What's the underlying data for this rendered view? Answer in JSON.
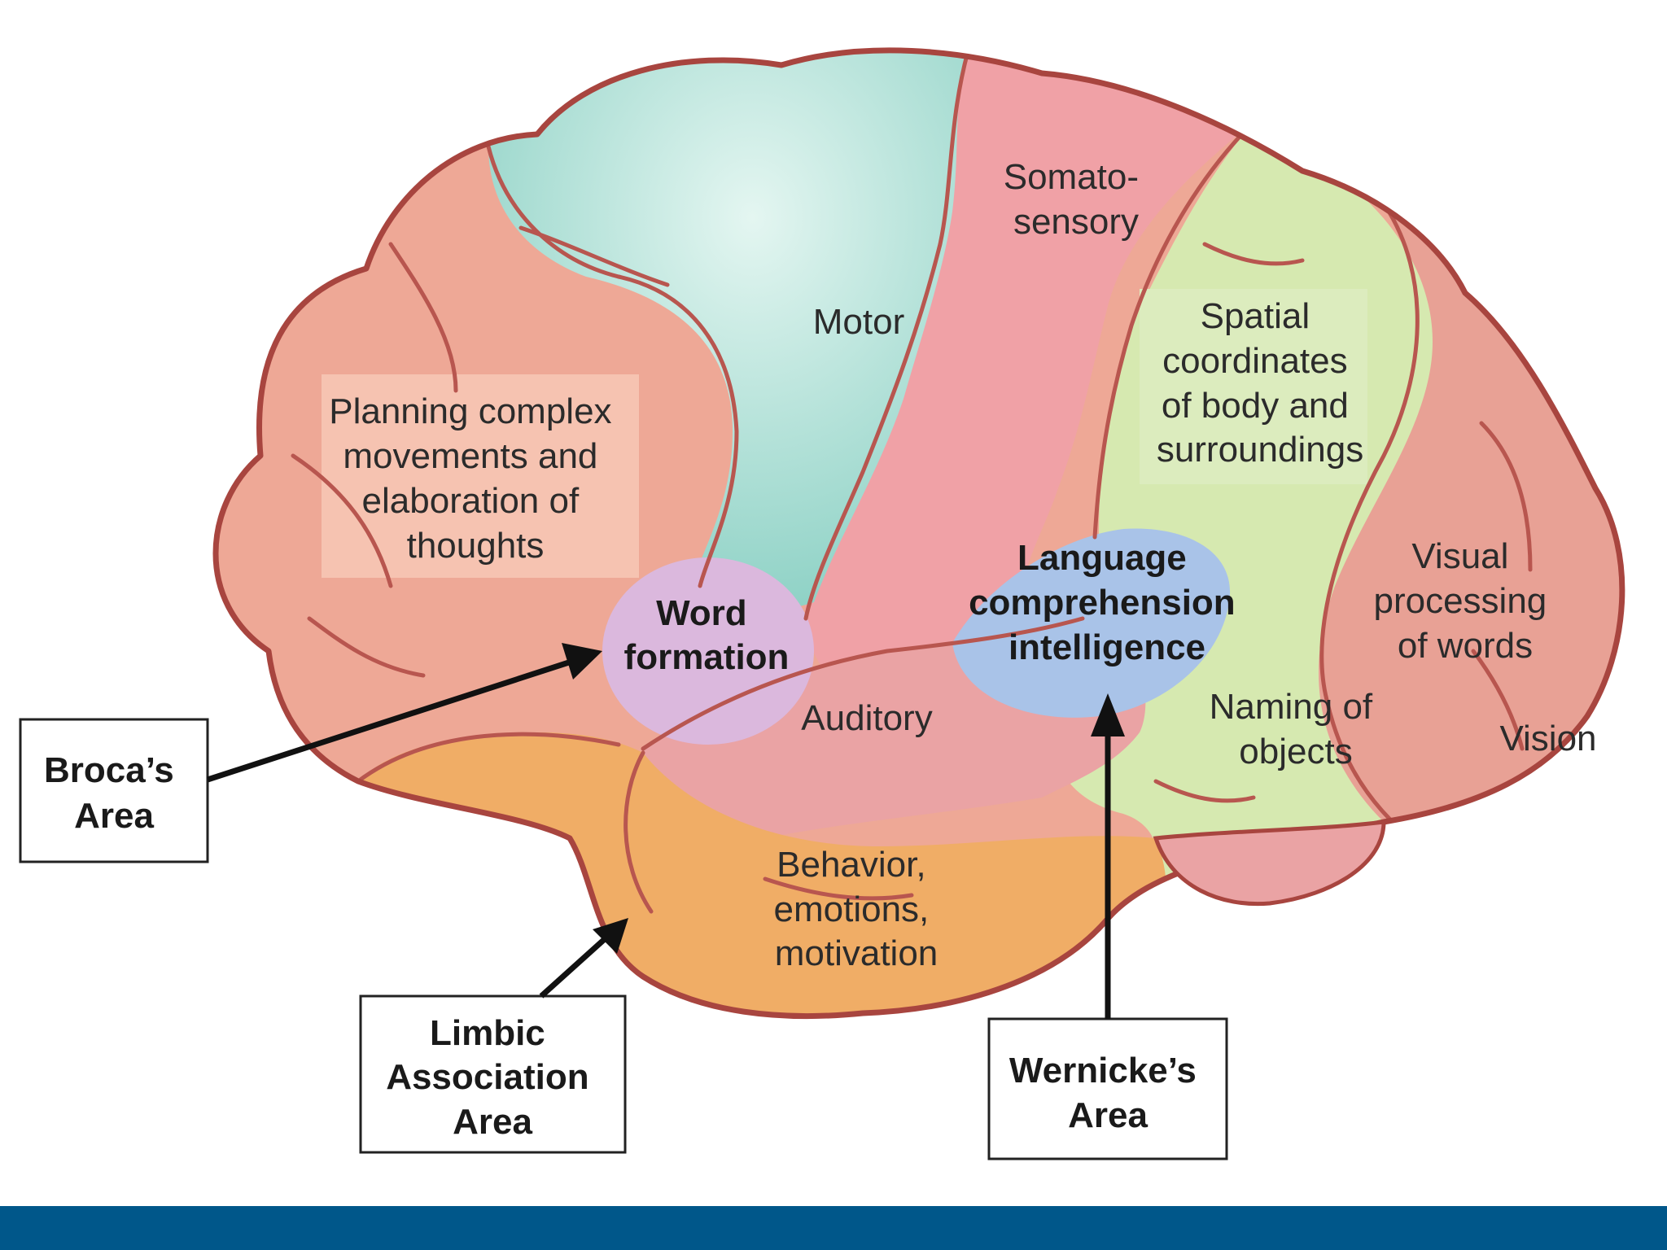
{
  "regions": {
    "motor": [
      "Motor"
    ],
    "somatosensory": [
      "Somato-",
      "sensory"
    ],
    "spatial": [
      "Spatial",
      "coordinates",
      "of body and",
      "surroundings"
    ],
    "planning": [
      "Planning complex",
      "movements and",
      "elaboration of",
      "thoughts"
    ],
    "word_formation": [
      "Word",
      "formation"
    ],
    "language": [
      "Language",
      "comprehension",
      "intelligence"
    ],
    "visual_words": [
      "Visual",
      "processing",
      "of words"
    ],
    "auditory": [
      "Auditory"
    ],
    "naming": [
      "Naming of",
      "objects"
    ],
    "vision": [
      "Vision"
    ],
    "behavior": [
      "Behavior,",
      "emotions,",
      "motivation"
    ]
  },
  "callouts": {
    "broca": [
      "Broca’s",
      "Area"
    ],
    "limbic": [
      "Limbic",
      "Association",
      "Area"
    ],
    "wernicke": [
      "Wernicke’s",
      "Area"
    ]
  },
  "colors": {
    "frontal": "#eea896",
    "prefrontal_panel": "#f6c3b1",
    "motor": "#9fd9cf",
    "somatosensory": "#f0a1a6",
    "parietal": "#d6e9b0",
    "occipital": "#e8a195",
    "broca": "#dbb8dd",
    "wernicke": "#a9c3e8",
    "temporal": "#eaa3a4",
    "limbic": "#f0ad66",
    "footer": "#00578a"
  }
}
